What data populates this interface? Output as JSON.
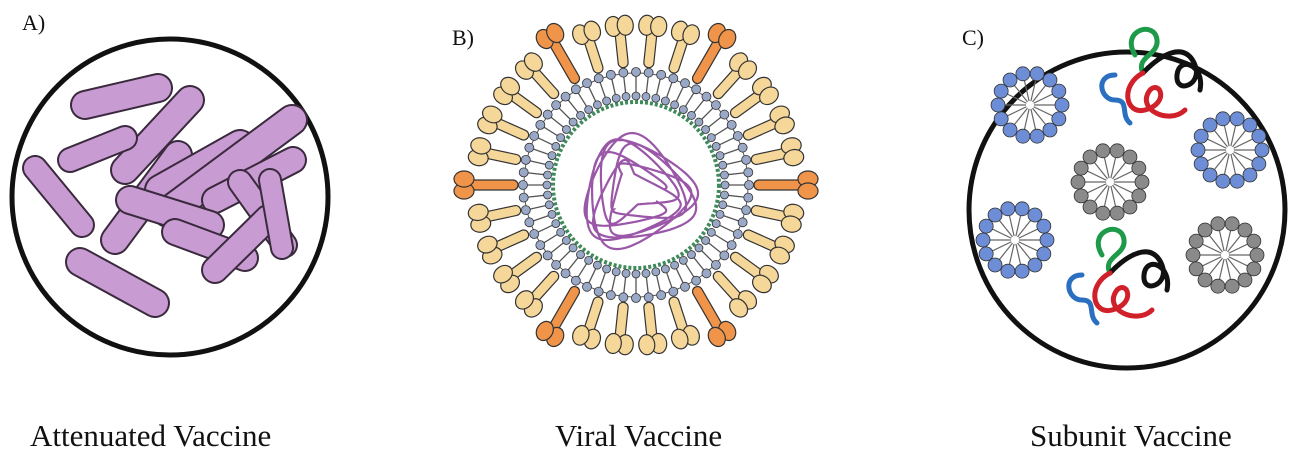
{
  "panels": [
    {
      "label": "A)",
      "caption": "Attenuated Vaccine"
    },
    {
      "label": "B)",
      "caption": "Viral Vaccine"
    },
    {
      "label": "C)",
      "caption": "Subunit Vaccine"
    }
  ],
  "colors": {
    "bacteria_fill": "#c99bd3",
    "bacteria_stroke": "#3a2a3d",
    "spike_cream": "#f6d79a",
    "spike_orange": "#f0944a",
    "lipid_head": "#9aa8c8",
    "rna": "#9a57a8",
    "micelle_blue": "#6d8ed6",
    "micelle_gray": "#8a8a8a",
    "protein_green": "#1e9a4a",
    "protein_black": "#111111",
    "protein_red": "#d0202a",
    "protein_blue": "#2a6fc0"
  }
}
